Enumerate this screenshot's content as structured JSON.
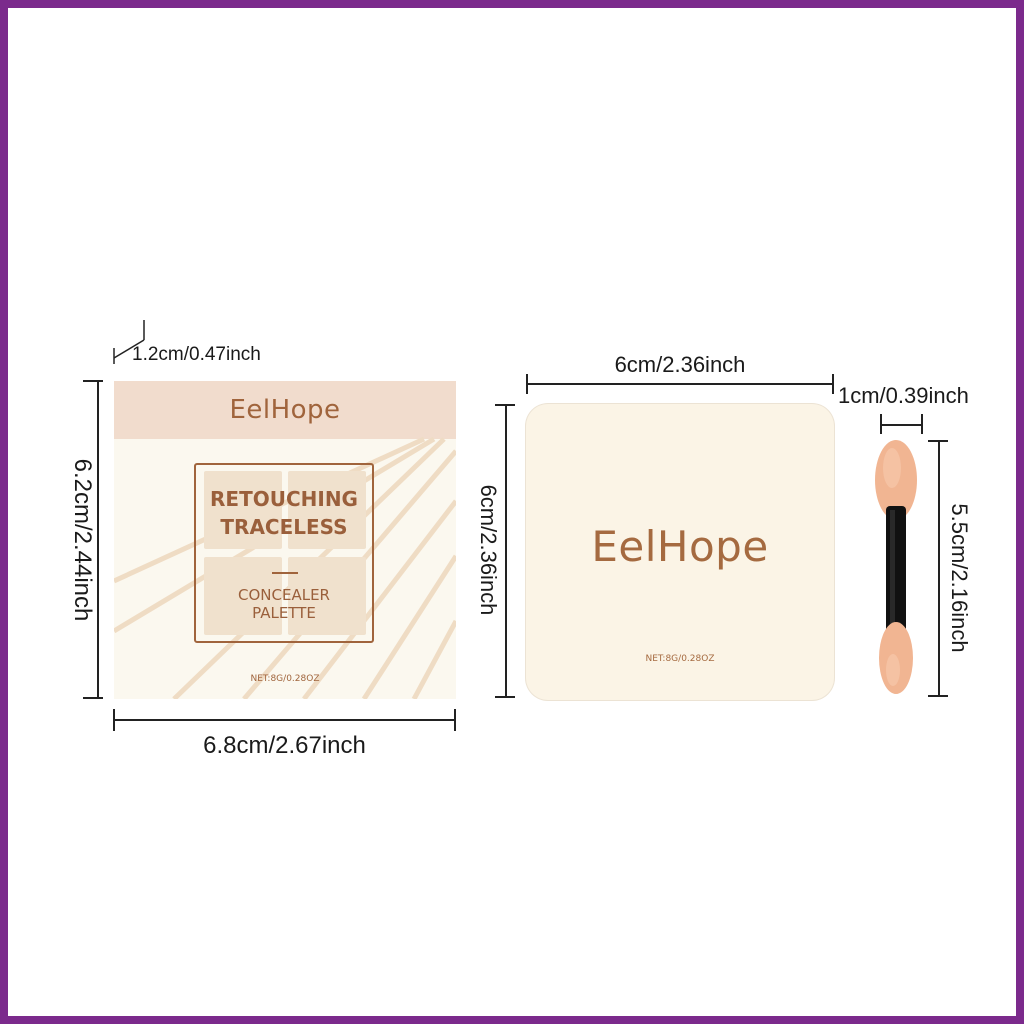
{
  "box": {
    "brand": "EelHope",
    "title_line1": "RETOUCHING",
    "title_line2": "TRACELESS",
    "subtitle_line1": "CONCEALER",
    "subtitle_line2": "PALETTE",
    "net": "NET:8G/0.28OZ"
  },
  "compact": {
    "brand": "EelHope",
    "net": "NET:8G/0.28OZ"
  },
  "dimensions": {
    "box_depth": "1.2cm/0.47inch",
    "box_height": "6.2cm/2.44inch",
    "box_width": "6.8cm/2.67inch",
    "compact_width": "6cm/2.36inch",
    "compact_height": "6cm/2.36inch",
    "applicator_width": "1cm/0.39inch",
    "applicator_length": "5.5cm/2.16inch"
  },
  "colors": {
    "frame": "#7b2a8c",
    "brand_brown": "#a0643c",
    "box_cream": "#fbf8ef",
    "box_top_beige": "#f1dccd",
    "compact_cream": "#fbf4e6",
    "sponge_peach": "#f1b592",
    "handle_black": "#111111"
  }
}
